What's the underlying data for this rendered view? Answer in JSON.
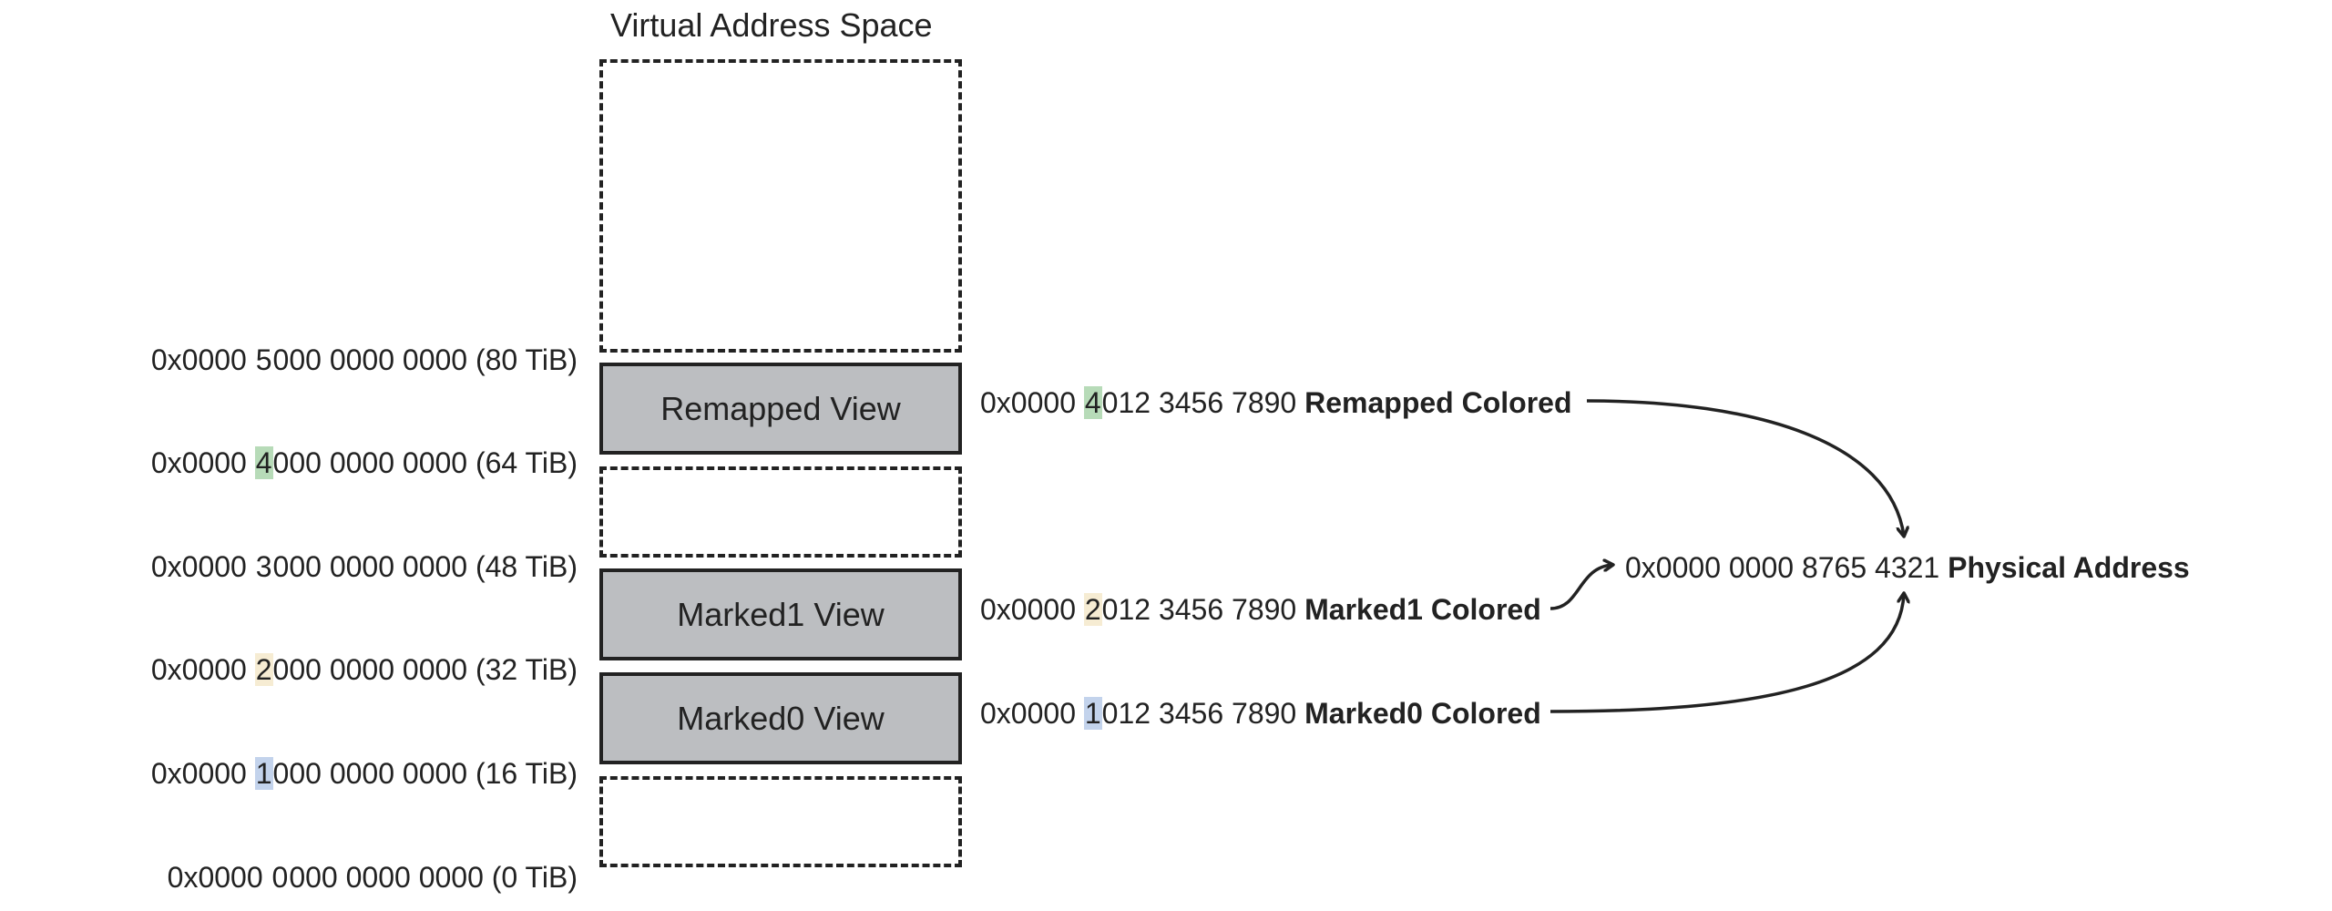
{
  "title": "Virtual Address Space",
  "colors": {
    "green_highlight": "#b7dbb8",
    "yellow_highlight": "#f6ecd3",
    "blue_highlight": "#c3d3ec",
    "view_fill": "#bcbec1",
    "line": "#222222"
  },
  "addresses": [
    {
      "prefix": "0x0000 ",
      "digit": "5",
      "suffix": "000 0000 0000 (80 TiB)",
      "highlight": null
    },
    {
      "prefix": "0x0000 ",
      "digit": "4",
      "suffix": "000 0000 0000 (64 TiB)",
      "highlight": "#b7dbb8"
    },
    {
      "prefix": "0x0000 ",
      "digit": "3",
      "suffix": "000 0000 0000 (48 TiB)",
      "highlight": null
    },
    {
      "prefix": "0x0000 ",
      "digit": "2",
      "suffix": "000 0000 0000 (32 TiB)",
      "highlight": "#f6ecd3"
    },
    {
      "prefix": "0x0000 ",
      "digit": "1",
      "suffix": "000 0000 0000 (16 TiB)",
      "highlight": "#c3d3ec"
    },
    {
      "prefix": "0x0000 ",
      "digit": "0",
      "suffix": "000 0000 0000 (0 TiB)",
      "highlight": null
    }
  ],
  "views": {
    "remapped": "Remapped View",
    "marked1": "Marked1 View",
    "marked0": "Marked0 View"
  },
  "colored": [
    {
      "prefix": "0x0000 ",
      "digit": "4",
      "suffix": "012 3456 7890 ",
      "label": "Remapped Colored",
      "highlight": "#b7dbb8"
    },
    {
      "prefix": "0x0000 ",
      "digit": "2",
      "suffix": "012 3456 7890 ",
      "label": "Marked1 Colored",
      "highlight": "#f6ecd3"
    },
    {
      "prefix": "0x0000 ",
      "digit": "1",
      "suffix": "012 3456 7890 ",
      "label": "Marked0 Colored",
      "highlight": "#c3d3ec"
    }
  ],
  "physical": {
    "address": "0x0000 0000 8765 4321 ",
    "label": "Physical Address"
  }
}
